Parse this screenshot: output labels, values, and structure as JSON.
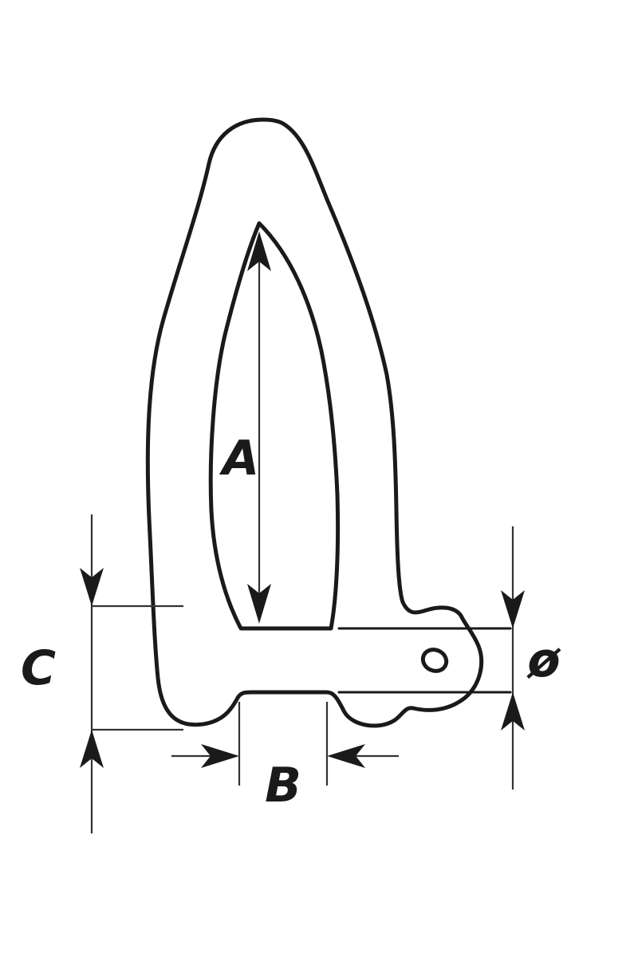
{
  "labels": {
    "a": "A",
    "b": "B",
    "c": "C",
    "diameter": "ø"
  },
  "colors": {
    "line": "#1a1a1a",
    "dimension": "#333333",
    "background": "#ffffff"
  }
}
